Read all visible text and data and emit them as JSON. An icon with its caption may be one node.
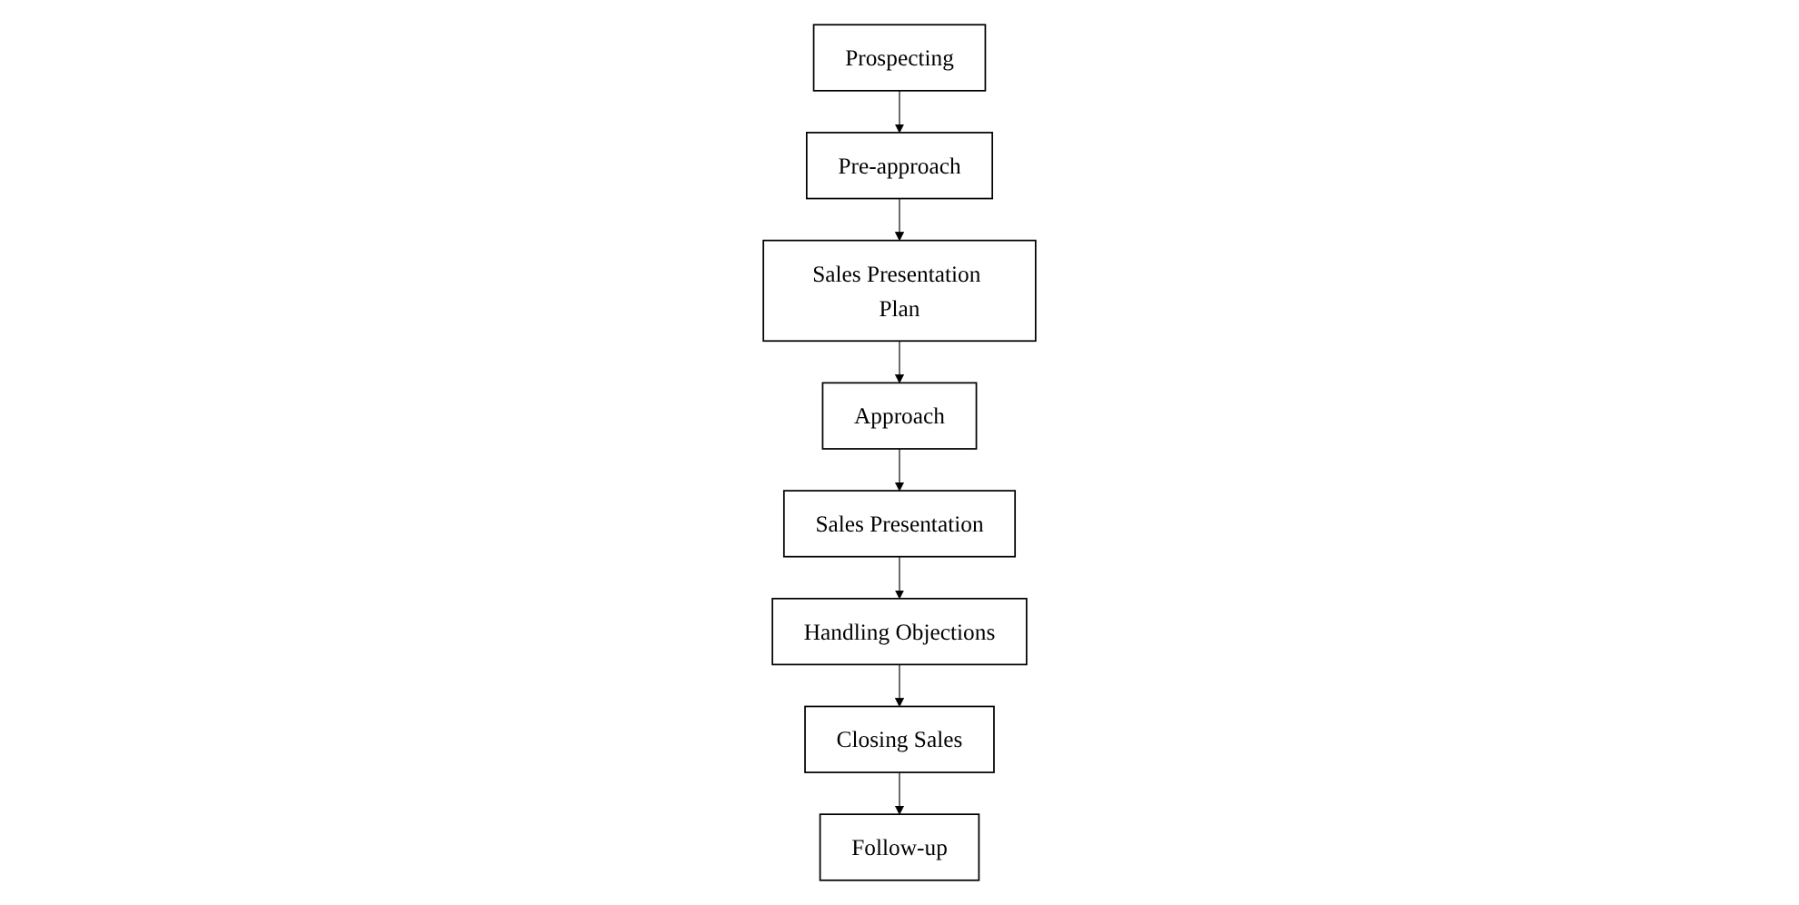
{
  "diagram": {
    "nodes": [
      {
        "text": [
          "Prospecting"
        ]
      },
      {
        "text": [
          "Pre-approach"
        ]
      },
      {
        "text": [
          "Sales Presentation Plan"
        ]
      },
      {
        "text": [
          "Approach"
        ]
      },
      {
        "text": [
          "Sales Presentation"
        ]
      },
      {
        "text": [
          "Handling Objections"
        ]
      },
      {
        "text": [
          "Closing Sales"
        ]
      },
      {
        "text": [
          "Follow-up"
        ]
      }
    ],
    "edges": [
      {
        "from": 0,
        "to": 1,
        "arrow": "to"
      },
      {
        "from": 1,
        "to": 2,
        "arrow": "to"
      },
      {
        "from": 2,
        "to": 3,
        "arrow": "to"
      },
      {
        "from": 3,
        "to": 4,
        "arrow": "to"
      },
      {
        "from": 4,
        "to": 5,
        "arrow": "to"
      },
      {
        "from": 5,
        "to": 6,
        "arrow": "to"
      },
      {
        "from": 6,
        "to": 7,
        "arrow": "to"
      }
    ]
  }
}
